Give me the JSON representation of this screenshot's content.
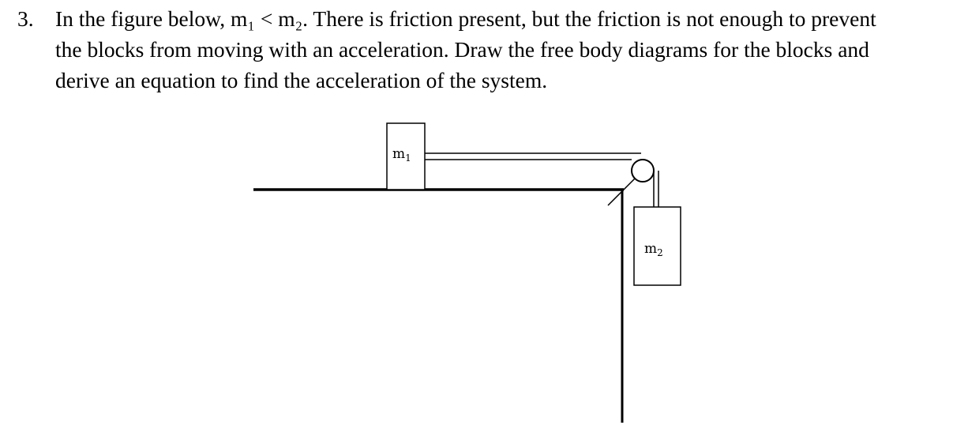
{
  "question": {
    "number": "3.",
    "lines": [
      "In the figure below, m₁ < m₂.  There is friction present, but the friction is not enough to prevent",
      "the blocks from moving with an acceleration. Draw the free body diagrams for the blocks and",
      "derive an equation to find the acceleration of the system."
    ]
  },
  "figure": {
    "block1": {
      "label": "m",
      "subscript": "1"
    },
    "block2": {
      "label": "m",
      "subscript": "2"
    }
  }
}
